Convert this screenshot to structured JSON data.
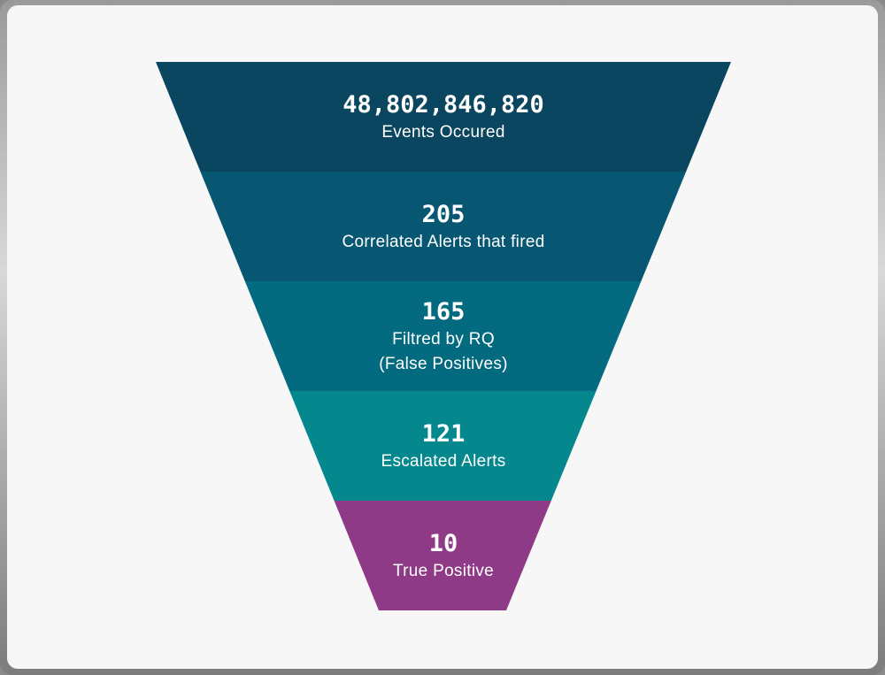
{
  "chart_data": {
    "type": "funnel",
    "stages": [
      {
        "value": "48,802,846,820",
        "label": [
          "Events Occured"
        ],
        "color": "#0b4660"
      },
      {
        "value": "205",
        "label": [
          "Correlated Alerts that fired"
        ],
        "color": "#075773"
      },
      {
        "value": "165",
        "label": [
          "Filtred by RQ",
          "(False Positives)"
        ],
        "color": "#036a80"
      },
      {
        "value": "121",
        "label": [
          "Escalated Alerts"
        ],
        "color": "#04888d"
      },
      {
        "value": "10",
        "label": [
          "True Positive"
        ],
        "color": "#8e3a87"
      }
    ]
  }
}
